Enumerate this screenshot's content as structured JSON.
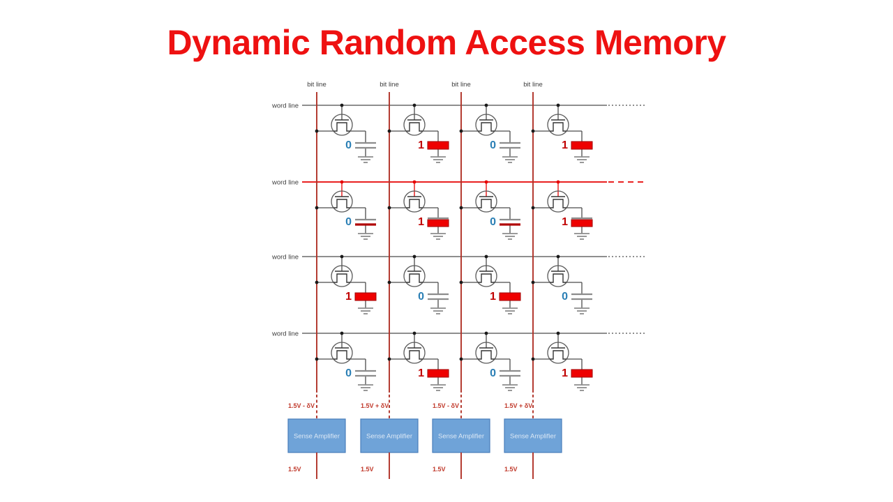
{
  "title": {
    "text": "Dynamic Random Access Memory",
    "color": "#ee1111"
  },
  "diagram": {
    "labels": {
      "bit_line": "bit line",
      "word_line": "word line",
      "sense_amplifier": "Sense Amplifier"
    },
    "bit_lines": [
      {
        "read_voltage": "1.5V - δV",
        "out_voltage": "1.5V"
      },
      {
        "read_voltage": "1.5V + δV",
        "out_voltage": "1.5V"
      },
      {
        "read_voltage": "1.5V - δV",
        "out_voltage": "1.5V"
      },
      {
        "read_voltage": "1.5V + δV",
        "out_voltage": "1.5V"
      }
    ],
    "word_lines": [
      {
        "active": false
      },
      {
        "active": true
      },
      {
        "active": false
      },
      {
        "active": false
      }
    ],
    "cell_values": [
      [
        0,
        1,
        0,
        1
      ],
      [
        0,
        1,
        0,
        1
      ],
      [
        1,
        0,
        1,
        0
      ],
      [
        0,
        1,
        0,
        1
      ]
    ],
    "colors": {
      "bit_line": "#b03228",
      "word_line": "#4a4a4a",
      "active_word_line": "#e60000",
      "wire": "#4a4a4a",
      "transistor": "#595959",
      "plate": "#8c8c8c",
      "ground": "#8c8c8c",
      "value_zero": "#2a7fb5",
      "value_one": "#c00000",
      "cap_one_fill": "#ee0000",
      "cap_one_border": "#a00000",
      "cap_shared_plate": "#b00000",
      "voltage_label": "#c0392b",
      "label_gray": "#3d3d3d",
      "sense_amp_fill": "#6fa3d8",
      "sense_amp_border": "#4a7ebb",
      "sense_amp_text": "#dce8f5",
      "dot": "#1a1a1a"
    }
  }
}
